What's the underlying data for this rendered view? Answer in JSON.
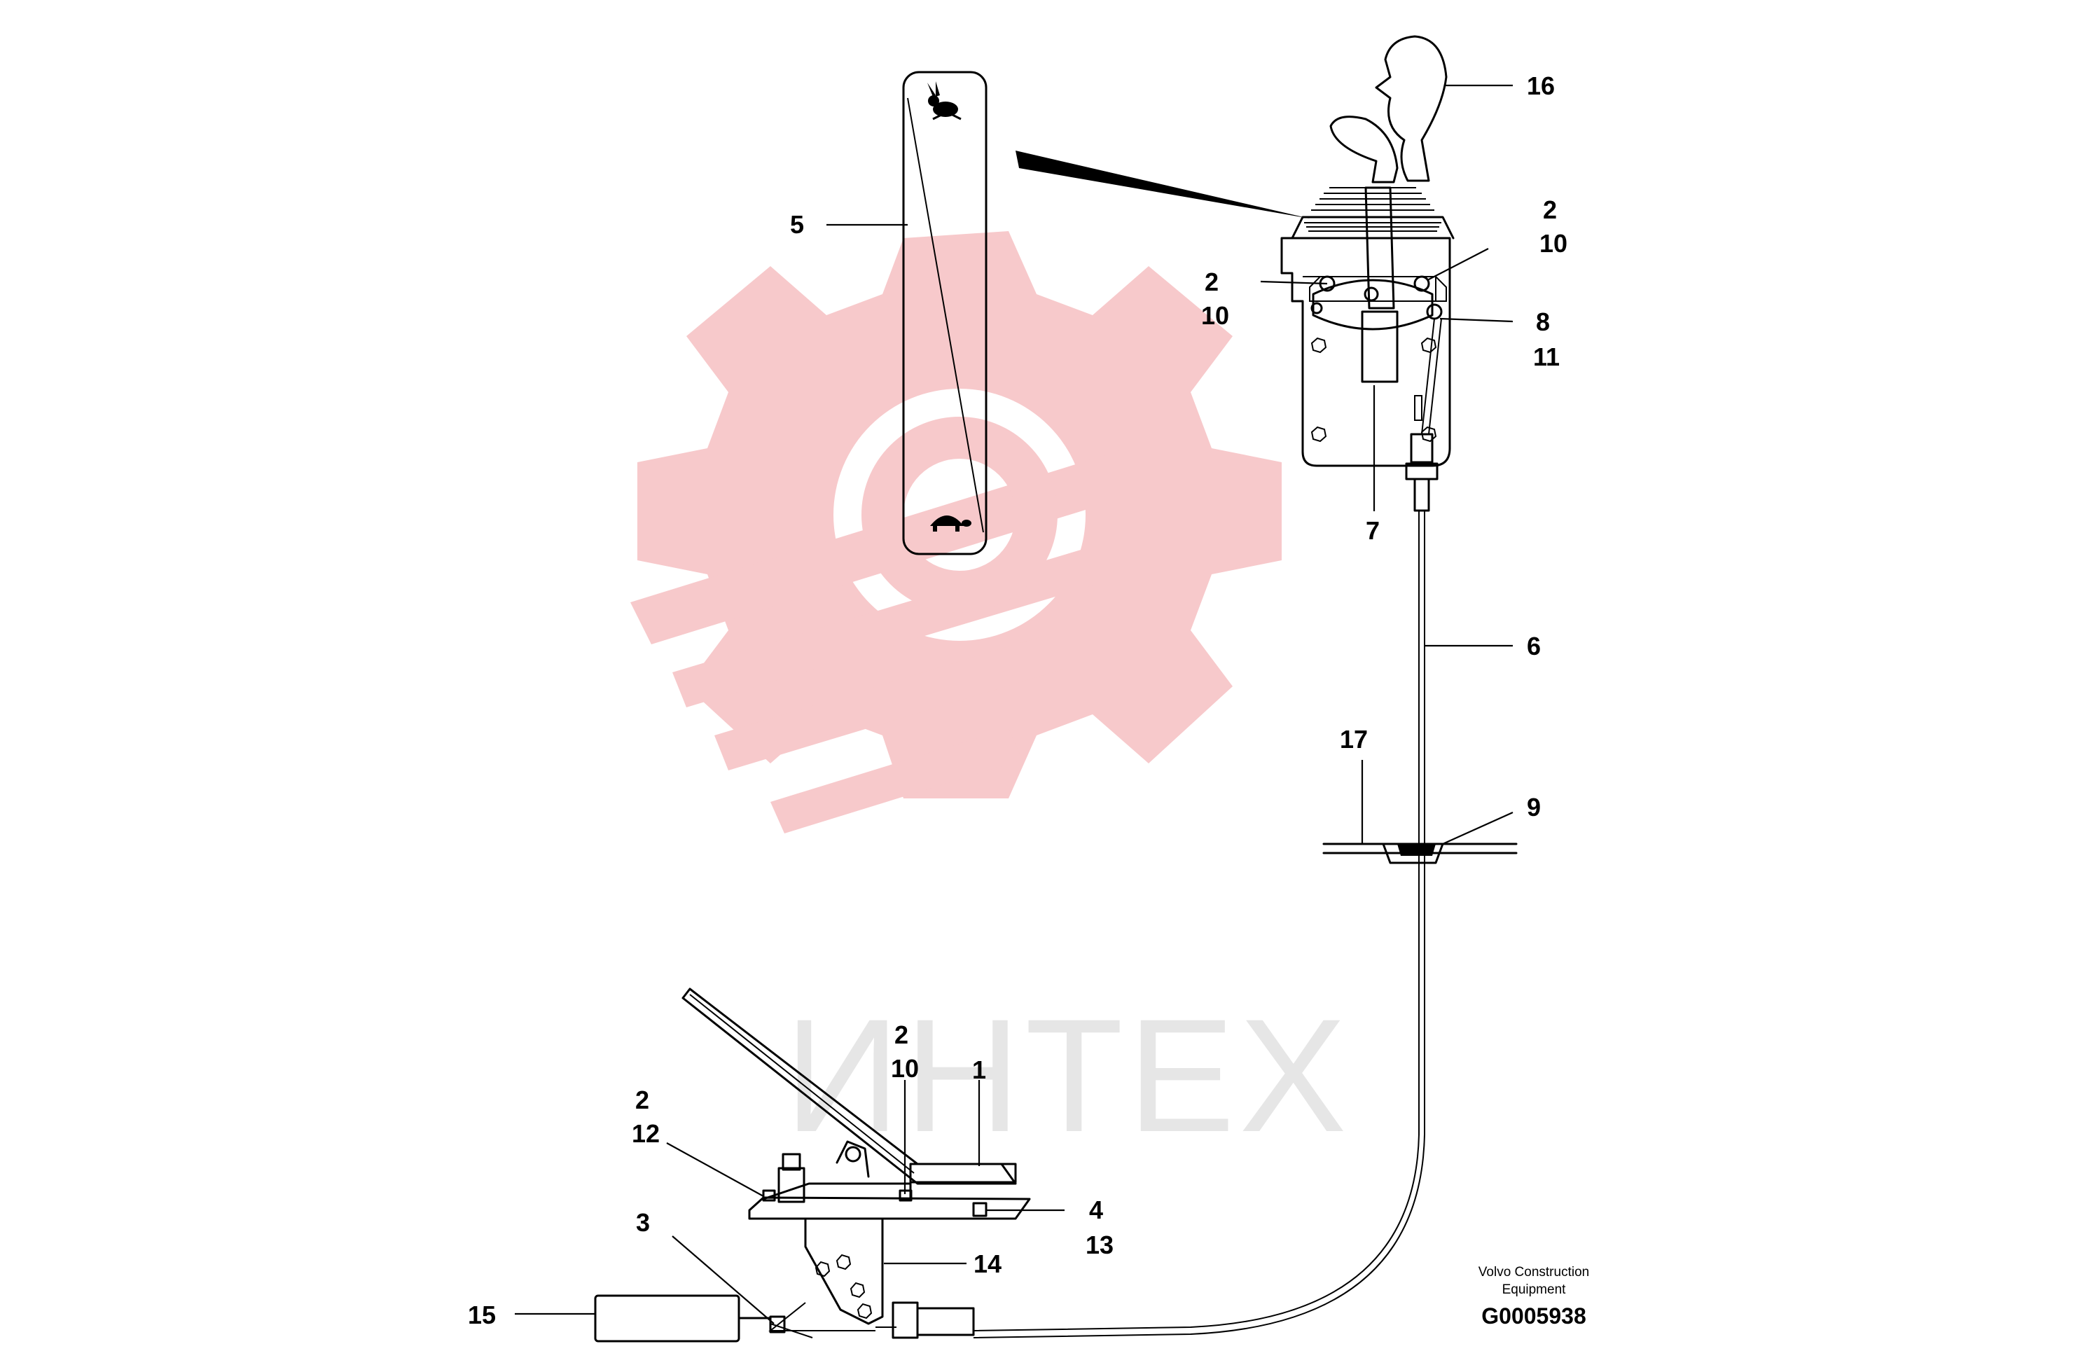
{
  "watermark": {
    "text": "ИНТЕХ",
    "gear_color": "#f7c9cb",
    "text_color": "#e6e6e6"
  },
  "callouts": [
    {
      "id": "c1",
      "lines": [
        "1"
      ]
    },
    {
      "id": "c2_12",
      "lines": [
        "2",
        "12"
      ]
    },
    {
      "id": "c2_10_pedal",
      "lines": [
        "2",
        "10"
      ]
    },
    {
      "id": "c3",
      "lines": [
        "3"
      ]
    },
    {
      "id": "c4_13",
      "lines": [
        "4",
        "13"
      ]
    },
    {
      "id": "c5",
      "lines": [
        "5"
      ]
    },
    {
      "id": "c6",
      "lines": [
        "6"
      ]
    },
    {
      "id": "c7",
      "lines": [
        "7"
      ]
    },
    {
      "id": "c8_11",
      "lines": [
        "8",
        "11"
      ]
    },
    {
      "id": "c9",
      "lines": [
        "9"
      ]
    },
    {
      "id": "c2_10_left",
      "lines": [
        "2",
        "10"
      ]
    },
    {
      "id": "c2_10_right",
      "lines": [
        "2",
        "10"
      ]
    },
    {
      "id": "c14",
      "lines": [
        "14"
      ]
    },
    {
      "id": "c15",
      "lines": [
        "15"
      ]
    },
    {
      "id": "c16",
      "lines": [
        "16"
      ]
    },
    {
      "id": "c17",
      "lines": [
        "17"
      ]
    }
  ],
  "caption": {
    "line1": "Volvo Construction",
    "line2": "Equipment",
    "code": "G0005938"
  },
  "decal_icons": {
    "top": "rabbit-icon",
    "bottom": "turtle-icon"
  }
}
